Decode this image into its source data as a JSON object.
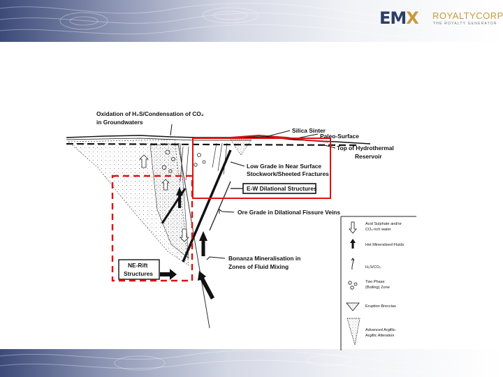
{
  "brand": {
    "mark_left": "E",
    "mark_mid": "M",
    "mark_right": "X",
    "name": "ROYALTYCORP",
    "tagline": "THE ROYALTY GENERATOR"
  },
  "diagram": {
    "labels": {
      "oxidation_line1": "Oxidation of H₂S/Condensation of CO₂",
      "oxidation_line2": "in Groundwaters",
      "silica_sinter": "Silica Sinter",
      "paleo_surface": "Paleo-Surface",
      "top_reservoir_line1": "Top of Hydrothermal",
      "top_reservoir_line2": "Reservoir",
      "low_grade_line1": "Low Grade in Near Surface",
      "low_grade_line2": "Stockwork/Sheeted Fractures",
      "ew_structures": "E-W Dilational Structures",
      "ore_grade": "Ore Grade in Dilational Fissure Veins",
      "bonanza_line1": "Bonanza Mineralisation in",
      "bonanza_line2": "Zones of Fluid Mixing",
      "ne_rift_line1": "NE-Rift",
      "ne_rift_line2": "Structures"
    },
    "legend": [
      {
        "line1": "Acid Sulphate and/or",
        "line2": "CO₂-rich water",
        "icon": "hollow-arrow-icon"
      },
      {
        "line1": "Hot Mineralised Fluids",
        "line2": "",
        "icon": "solid-arrow-icon"
      },
      {
        "line1": "H₂S/CO₂",
        "line2": "",
        "icon": "thin-arrow-icon"
      },
      {
        "line1": "Two Phase",
        "line2": "(Boiling) Zone",
        "icon": "bubbles-icon"
      },
      {
        "line1": "Eruption Breccias",
        "line2": "",
        "icon": "breccia-icon"
      },
      {
        "line1": "Advanced Argillic-",
        "line2": "Argillic Alteration",
        "icon": "alteration-cone-icon"
      }
    ],
    "colors": {
      "highlight_red": "#e01010",
      "ink": "#111111",
      "brand_navy": "#2c3e63",
      "brand_gold": "#c99a3b"
    }
  }
}
